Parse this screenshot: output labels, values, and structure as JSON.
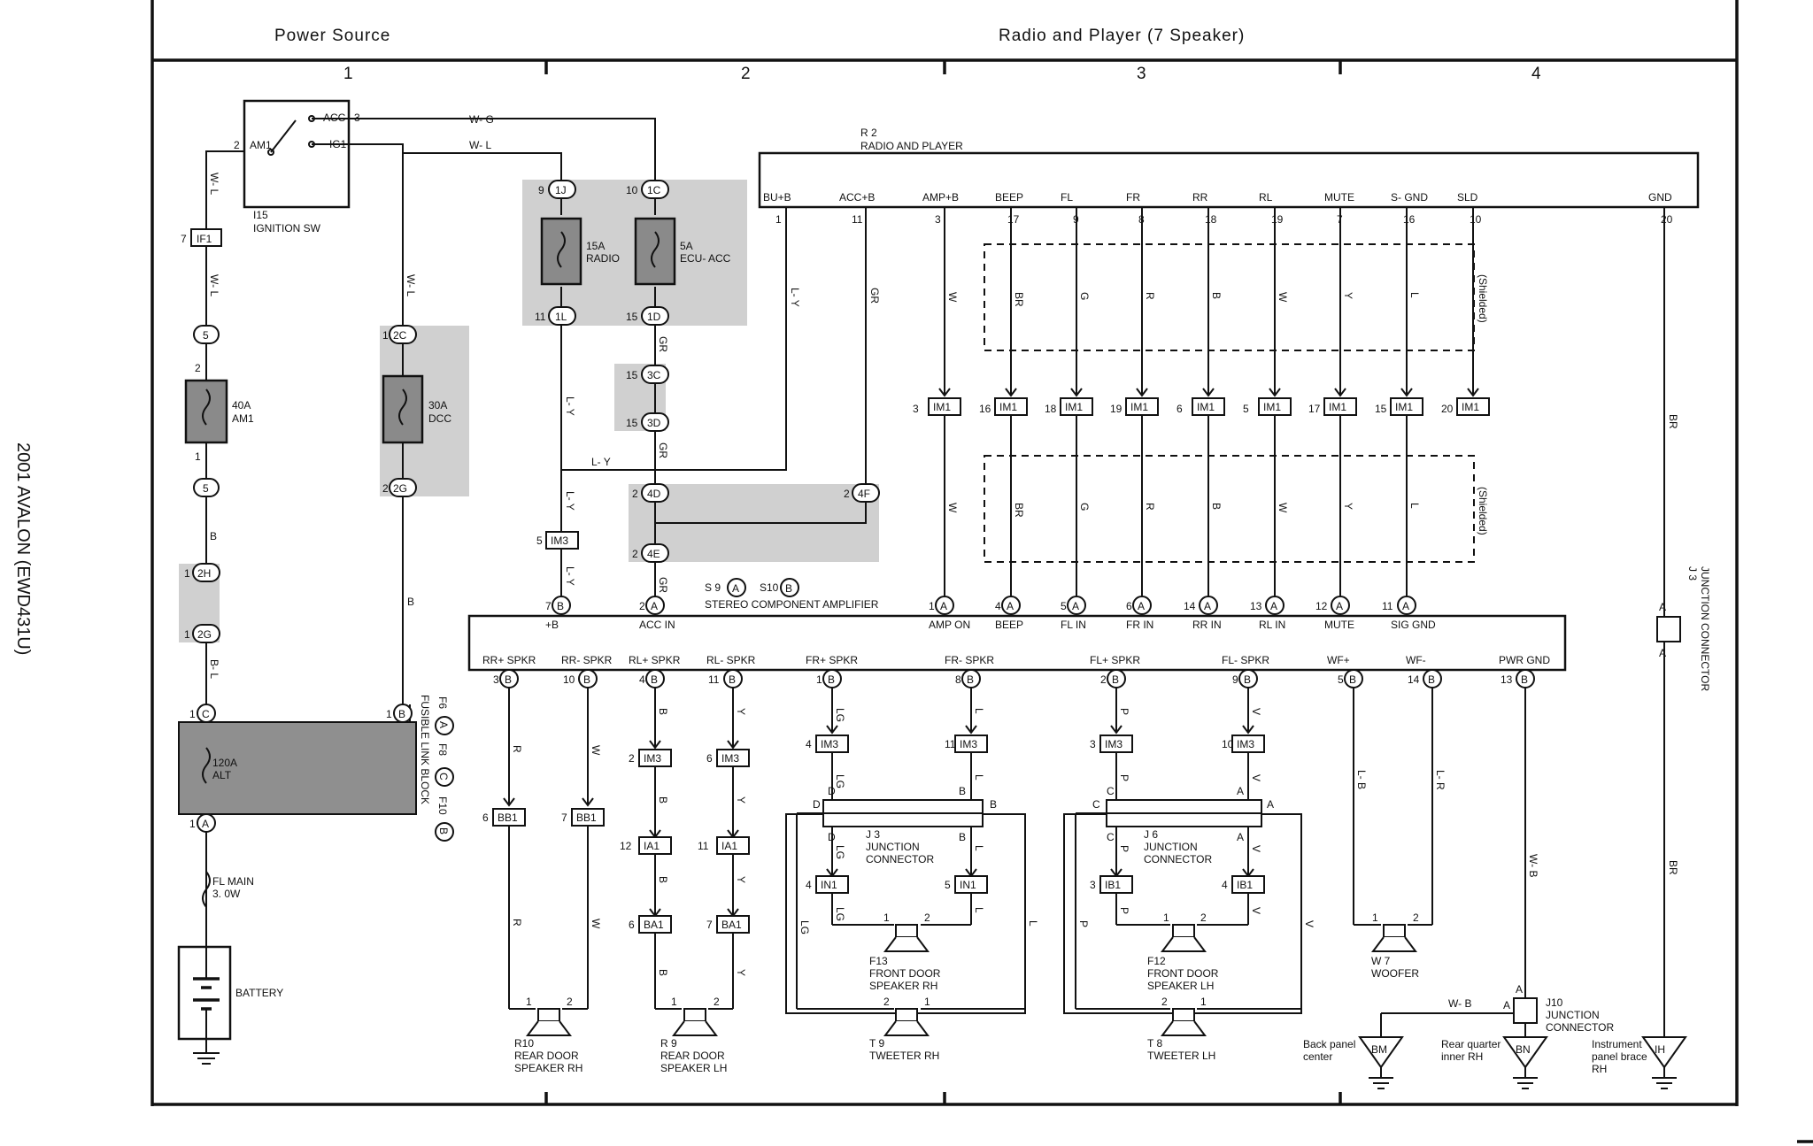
{
  "side_title": "2001 AVALON (EWD431U)",
  "headers": {
    "left": "Power Source",
    "right": "Radio and Player (7 Speaker)",
    "columns": [
      "1",
      "2",
      "3",
      "4"
    ]
  },
  "power": {
    "acc": "ACC",
    "acc_pin": "3",
    "am1": "AM1",
    "am1_pin": "2",
    "ig1": "IG1",
    "wg": "W- G",
    "wl": "W- L",
    "ign_id": "I15",
    "ign_name": "IGNITION SW",
    "if1": "IF1",
    "if1_pin": "7",
    "c5": "5",
    "am1_fuse_a": "40A",
    "am1_fuse_b": "AM1",
    "dcc_fuse_a": "30A",
    "dcc_fuse_b": "DCC",
    "c2c": "2C",
    "c2g": "2G",
    "c2h": "2H",
    "c2g2": "2G",
    "fl_block": "FUSIBLE LINK BLOCK",
    "f6": "F6",
    "f8": "F8",
    "f10": "F10",
    "alt_a": "120A",
    "alt_b": "ALT",
    "flmain_a": "FL MAIN",
    "flmain_b": "3. 0W",
    "battery": "BATTERY",
    "radio_fuse_a": "15A",
    "radio_fuse_b": "RADIO",
    "ecu_fuse_a": "5A",
    "ecu_fuse_b": "ECU- ACC",
    "c1j": "1J",
    "c1c": "1C",
    "c1l": "1L",
    "c1d": "1D",
    "c3c": "3C",
    "c3d": "3D",
    "c4d": "4D",
    "c4e": "4E",
    "c4f": "4F",
    "im3": "IM3",
    "wire_b": "B",
    "wire_bl": "B- L",
    "wire_ly": "L- Y",
    "wire_gr": "GR",
    "wire_wl": "W- L",
    "pin_a": "A",
    "pin_b": "B",
    "pin_c": "C",
    "p1": "1",
    "p2": "2",
    "p5": "5",
    "p9": "9",
    "p10": "10",
    "p11": "11",
    "p15": "15",
    "p7": "7"
  },
  "radio": {
    "id": "R 2",
    "name": "RADIO AND PLAYER",
    "pins": [
      {
        "label": "BU+B",
        "num": "1"
      },
      {
        "label": "ACC+B",
        "num": "11"
      },
      {
        "label": "AMP+B",
        "num": "3"
      },
      {
        "label": "BEEP",
        "num": "17"
      },
      {
        "label": "FL",
        "num": "9"
      },
      {
        "label": "FR",
        "num": "8"
      },
      {
        "label": "RR",
        "num": "18"
      },
      {
        "label": "RL",
        "num": "19"
      },
      {
        "label": "MUTE",
        "num": "7"
      },
      {
        "label": "S- GND",
        "num": "16"
      },
      {
        "label": "SLD",
        "num": "10"
      },
      {
        "label": "GND",
        "num": "20"
      }
    ],
    "wires": [
      "L- Y",
      "GR",
      "W",
      "BR",
      "G",
      "R",
      "B",
      "W",
      "Y",
      "L"
    ],
    "shielded": "(Shielded)",
    "im1": "IM1",
    "im1_pins": [
      "3",
      "16",
      "18",
      "19",
      "6",
      "5",
      "17",
      "15",
      "20"
    ],
    "gnd_wire": "BR"
  },
  "amp": {
    "s9": "S 9",
    "s10": "S10",
    "name": "STEREO COMPONENT AMPLIFIER",
    "top_pins": [
      {
        "num": "7",
        "pin": "B",
        "label": "+B"
      },
      {
        "num": "2",
        "pin": "A",
        "label": "ACC IN"
      },
      {
        "num": "1",
        "pin": "A",
        "label": "AMP ON"
      },
      {
        "num": "4",
        "pin": "A",
        "label": "BEEP"
      },
      {
        "num": "5",
        "pin": "A",
        "label": "FL IN"
      },
      {
        "num": "6",
        "pin": "A",
        "label": "FR IN"
      },
      {
        "num": "14",
        "pin": "A",
        "label": "RR IN"
      },
      {
        "num": "13",
        "pin": "A",
        "label": "RL IN"
      },
      {
        "num": "12",
        "pin": "A",
        "label": "MUTE"
      },
      {
        "num": "11",
        "pin": "A",
        "label": "SIG GND"
      }
    ],
    "bottom_pins": [
      {
        "num": "3",
        "pin": "B",
        "label": "RR+ SPKR"
      },
      {
        "num": "10",
        "pin": "B",
        "label": "RR- SPKR"
      },
      {
        "num": "4",
        "pin": "B",
        "label": "RL+ SPKR"
      },
      {
        "num": "11",
        "pin": "B",
        "label": "RL- SPKR"
      },
      {
        "num": "1",
        "pin": "B",
        "label": "FR+ SPKR"
      },
      {
        "num": "8",
        "pin": "B",
        "label": "FR- SPKR"
      },
      {
        "num": "2",
        "pin": "B",
        "label": "FL+ SPKR"
      },
      {
        "num": "9",
        "pin": "B",
        "label": "FL- SPKR"
      },
      {
        "num": "5",
        "pin": "B",
        "label": "WF+"
      },
      {
        "num": "14",
        "pin": "B",
        "label": "WF-"
      },
      {
        "num": "13",
        "pin": "B",
        "label": "PWR GND"
      }
    ]
  },
  "speakers": {
    "bb1": "BB1",
    "im3": "IM3",
    "ia1": "IA1",
    "ba1": "BA1",
    "in1": "IN1",
    "ib1": "IB1",
    "r10_id": "R10",
    "r10_a": "REAR DOOR",
    "r10_b": "SPEAKER RH",
    "r9_id": "R 9",
    "r9_a": "REAR DOOR",
    "r9_b": "SPEAKER LH",
    "t9_id": "T 9",
    "t9_name": "TWEETER RH",
    "t8_id": "T 8",
    "t8_name": "TWEETER LH",
    "f13_id": "F13",
    "f13_a": "FRONT DOOR",
    "f13_b": "SPEAKER RH",
    "f12_id": "F12",
    "f12_a": "FRONT DOOR",
    "f12_b": "SPEAKER LH",
    "w7_id": "W 7",
    "w7_name": "WOOFER",
    "j3_id": "J 3",
    "j3_a": "JUNCTION",
    "j3_b": "CONNECTOR",
    "j6_id": "J 6",
    "j6_a": "JUNCTION",
    "j6_b": "CONNECTOR",
    "j10_id": "J10",
    "j10_a": "JUNCTION",
    "j10_b": "CONNECTOR",
    "j3r_id": "J 3",
    "j3r_a": "JUNCTION CONNECTOR",
    "w_r": "R",
    "w_w": "W",
    "w_b": "B",
    "w_y": "Y",
    "w_lg": "LG",
    "w_l": "L",
    "w_p": "P",
    "w_v": "V",
    "w_lb": "L- B",
    "w_lr": "L- R",
    "w_wb": "W- B",
    "w_br": "BR",
    "bm": "BM",
    "bn": "BN",
    "ih": "IH",
    "bm_a": "Back panel",
    "bm_b": "center",
    "bn_a": "Rear quarter",
    "bn_b": "inner RH",
    "ih_a": "Instrument",
    "ih_b": "panel brace",
    "ih_c": "RH",
    "pins": [
      "1",
      "2",
      "3",
      "4",
      "5",
      "6",
      "7",
      "10",
      "11",
      "12"
    ],
    "letters": [
      "A",
      "B",
      "C",
      "D"
    ]
  }
}
